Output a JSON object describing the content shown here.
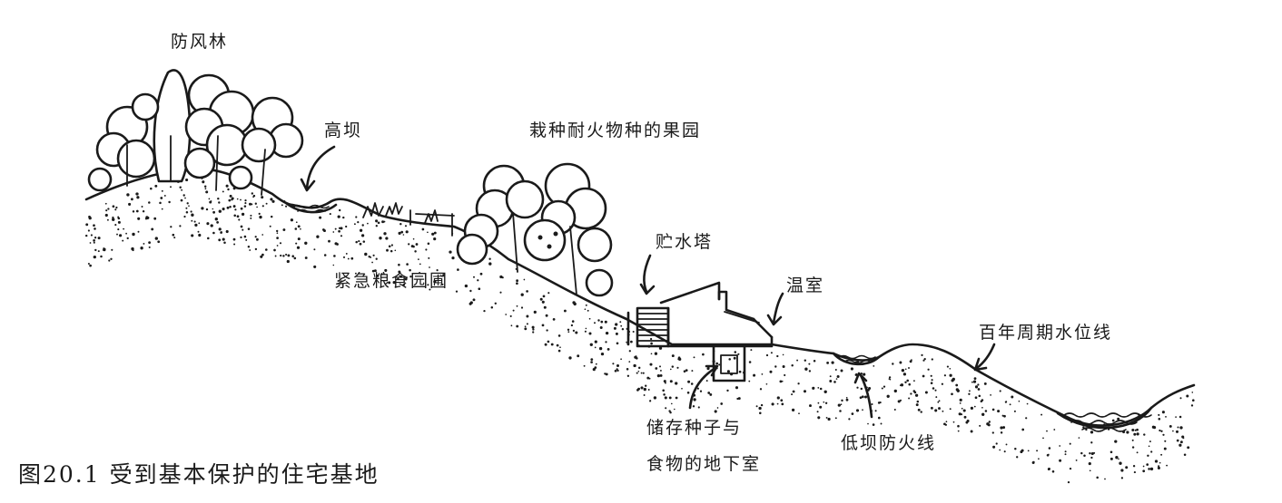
{
  "labels": {
    "windbreak": "防风林",
    "high_dam": "高坝",
    "orchard": "栽种耐火物种的果园",
    "water_tower": "贮水塔",
    "emergency_garden": "紧急粮食园圃",
    "greenhouse": "温室",
    "flood_line": "百年周期水位线",
    "cellar_line1": "储存种子与",
    "cellar_line2": "食物的地下室",
    "low_dam": "低坝防火线"
  },
  "caption": "图20.1 受到基本保护的住宅基地",
  "colors": {
    "ink": "#1a1a1a",
    "paper": "#ffffff"
  }
}
